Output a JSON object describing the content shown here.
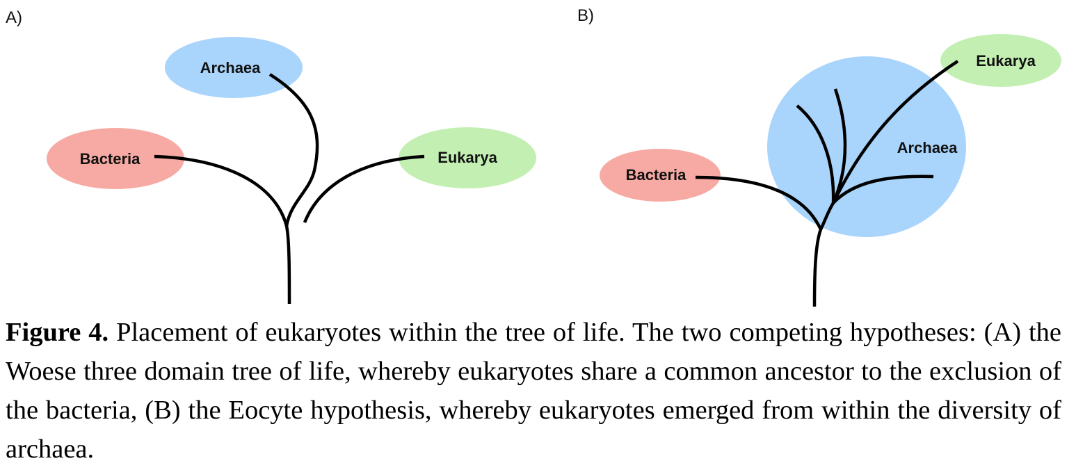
{
  "panels": {
    "a": {
      "label": "A)",
      "bacteria": {
        "label": "Bacteria",
        "color": "#f6aaa3"
      },
      "archaea": {
        "label": "Archaea",
        "color": "#a9d4fb"
      },
      "eukarya": {
        "label": "Eukarya",
        "color": "#c4efb3"
      }
    },
    "b": {
      "label": "B)",
      "bacteria": {
        "label": "Bacteria",
        "color": "#f6aaa3"
      },
      "archaea": {
        "label": "Archaea",
        "color": "#a9d4fb"
      },
      "eukarya": {
        "label": "Eukarya",
        "color": "#c4efb3"
      }
    }
  },
  "caption": {
    "label": "Figure 4.",
    "text": " Placement of eukaryotes within the tree of life. The two competing hypotheses: (A) the Woese three domain tree of life, whereby eukaryotes share a common ancestor to the exclusion of the bacteria, (B) the Eocyte hypothesis, whereby eukaryotes emerged from within the diversity of archaea."
  }
}
